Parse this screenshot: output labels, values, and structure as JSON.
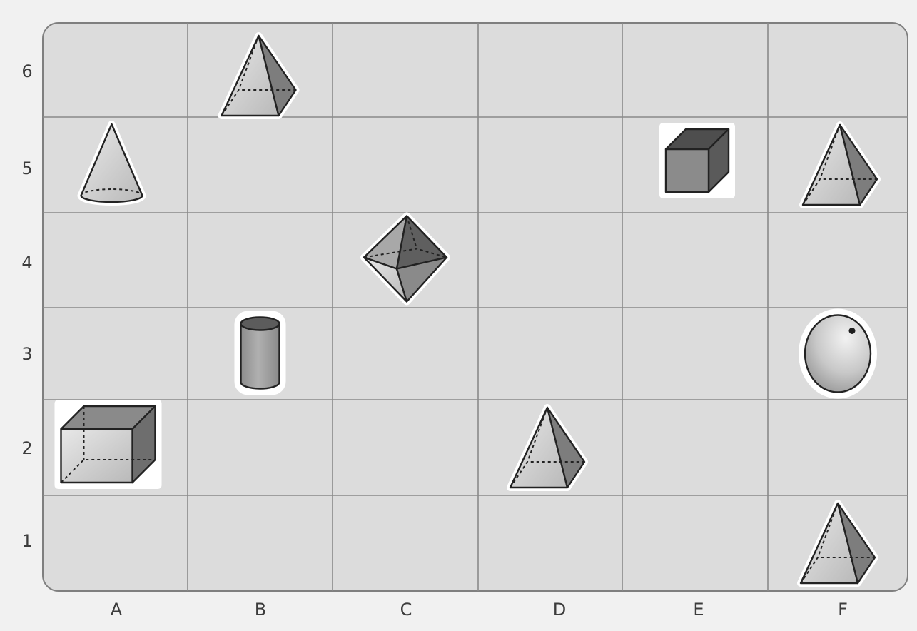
{
  "grid": {
    "columns": [
      "A",
      "B",
      "C",
      "D",
      "E",
      "F"
    ],
    "rows": [
      "6",
      "5",
      "4",
      "3",
      "2",
      "1"
    ]
  },
  "shapes": [
    {
      "name": "pyramid",
      "col": "B",
      "row": "6"
    },
    {
      "name": "cone",
      "col": "A",
      "row": "5"
    },
    {
      "name": "cube",
      "col": "E",
      "row": "5"
    },
    {
      "name": "pyramid",
      "col": "F",
      "row": "5"
    },
    {
      "name": "octahedron",
      "col": "C",
      "row": "4"
    },
    {
      "name": "cylinder",
      "col": "B",
      "row": "3"
    },
    {
      "name": "sphere",
      "col": "F",
      "row": "3"
    },
    {
      "name": "cuboid",
      "col": "A",
      "row": "2"
    },
    {
      "name": "pyramid",
      "col": "D",
      "row": "2"
    },
    {
      "name": "pyramid",
      "col": "F",
      "row": "1"
    }
  ],
  "colors": {
    "cell": "#dcdcdc",
    "grid_line": "#8a8a8a",
    "frame": "#7f7f7f",
    "light_face": "#cfcfcf",
    "dark_face": "#7d7d7d",
    "mid_face": "#a8a8a8"
  }
}
